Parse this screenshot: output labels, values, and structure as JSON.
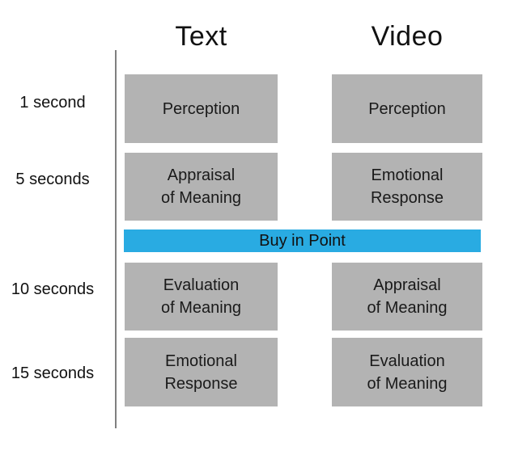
{
  "diagram": {
    "columns": [
      {
        "label": "Text"
      },
      {
        "label": "Video"
      }
    ],
    "time_labels": [
      "1 second",
      "5 seconds",
      "10 seconds",
      "15 seconds"
    ],
    "buy_in_label": "Buy in Point",
    "stages": {
      "text": [
        {
          "line1": "Perception",
          "line2": ""
        },
        {
          "line1": "Appraisal",
          "line2": "of Meaning"
        },
        {
          "line1": "Evaluation",
          "line2": "of Meaning"
        },
        {
          "line1": "Emotional",
          "line2": "Response"
        }
      ],
      "video": [
        {
          "line1": "Perception",
          "line2": ""
        },
        {
          "line1": "Emotional",
          "line2": "Response"
        },
        {
          "line1": "Appraisal",
          "line2": "of Meaning"
        },
        {
          "line1": "Evaluation",
          "line2": "of Meaning"
        }
      ]
    },
    "colors": {
      "stage_box_gray": "#b3b3b3",
      "buy_in_blue": "#29abe2",
      "timeline_axis_gray": "#7f7f7f",
      "text_color": "#111111"
    }
  }
}
